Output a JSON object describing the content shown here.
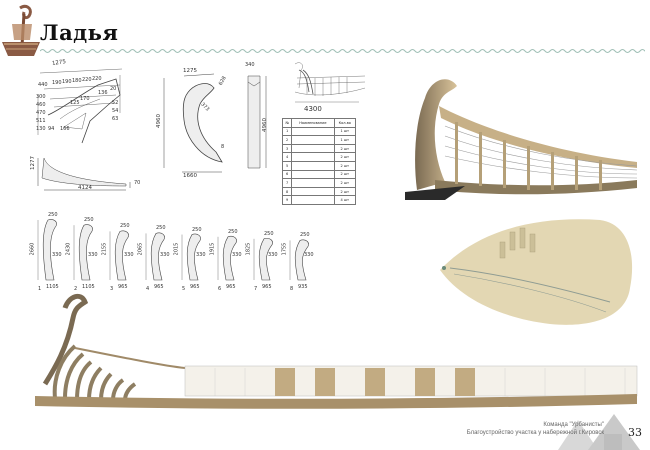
{
  "title": "Ладья",
  "footer": {
    "team": "Команда \"Урбанисты\"",
    "project": "Благоустройство участка у набережной г.Кировск",
    "page_number": "33"
  },
  "top_drawing": {
    "top_dims": [
      "1275",
      "440",
      "190",
      "190",
      "180",
      "220",
      "220"
    ],
    "left_dims": [
      "300",
      "460",
      "470",
      "511",
      "130",
      "94",
      "166"
    ],
    "inner_dims": [
      "125",
      "170",
      "136",
      "20",
      "52",
      "54",
      "63"
    ]
  },
  "profile": {
    "width": "4124",
    "height": "1277",
    "end": "70"
  },
  "rib_large": {
    "top": "1275",
    "side": "628",
    "inner": "373",
    "height": "4960",
    "bottom": "1660",
    "tip": "8"
  },
  "post": {
    "width": "340",
    "height": "4960"
  },
  "perspective": {
    "width": "4300"
  },
  "table": {
    "headers": [
      "№",
      "Наименование",
      "Кол-во"
    ],
    "rows": [
      [
        "1",
        "",
        "1 шт"
      ],
      [
        "2",
        "",
        "1 шт"
      ],
      [
        "3",
        "",
        "2 шт"
      ],
      [
        "4",
        "",
        "2 шт"
      ],
      [
        "5",
        "",
        "2 шт"
      ],
      [
        "6",
        "",
        "2 шт"
      ],
      [
        "7",
        "",
        "2 шт"
      ],
      [
        "8",
        "",
        "2 шт"
      ],
      [
        "9",
        "",
        "4 шт"
      ]
    ]
  },
  "ribs": [
    {
      "n": "1",
      "top": "250",
      "h": "2660",
      "mid": "330",
      "bottom": "1105"
    },
    {
      "n": "2",
      "top": "250",
      "h": "2430",
      "mid": "330",
      "bottom": "1105"
    },
    {
      "n": "3",
      "top": "250",
      "h": "2155",
      "mid": "330",
      "bottom": "965"
    },
    {
      "n": "4",
      "top": "250",
      "h": "2065",
      "mid": "330",
      "bottom": "965"
    },
    {
      "n": "5",
      "top": "250",
      "h": "2015",
      "mid": "330",
      "bottom": "965"
    },
    {
      "n": "6",
      "top": "250",
      "h": "1915",
      "mid": "330",
      "bottom": "965"
    },
    {
      "n": "7",
      "top": "250",
      "h": "1825",
      "mid": "330",
      "bottom": "965"
    },
    {
      "n": "8",
      "top": "250",
      "h": "1755",
      "mid": "330",
      "bottom": "935"
    }
  ],
  "colors": {
    "wood": "#d9c39a",
    "wood_dark": "#a8906a",
    "rail": "#9a9a9a",
    "wave": "#9fbfb6",
    "logo": "#8a5a44"
  }
}
